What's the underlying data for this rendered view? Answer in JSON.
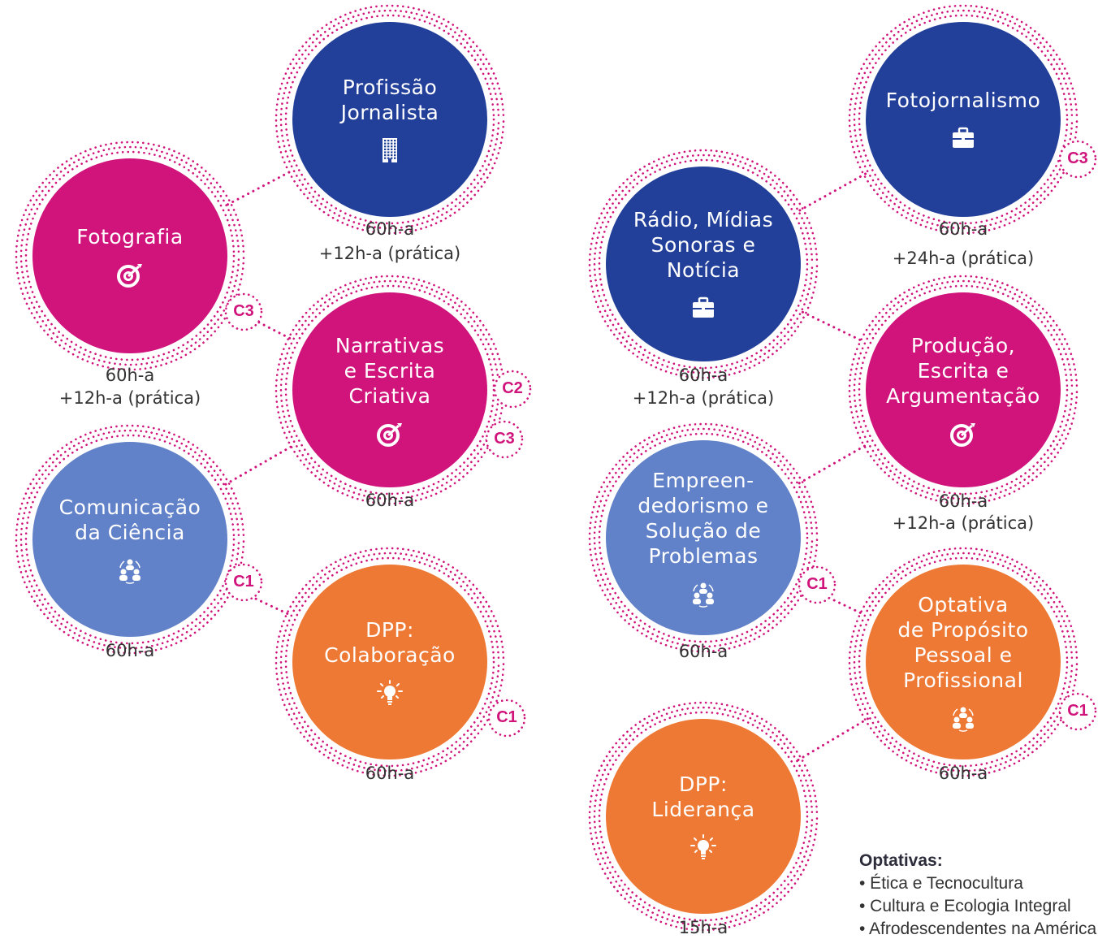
{
  "colors": {
    "navy": "#22409a",
    "magenta": "#d0147c",
    "periwinkle": "#6181c8",
    "orange": "#ee7935",
    "dots": "#d0147c",
    "text": "#333333"
  },
  "nodes": [
    {
      "id": "profissao-jornalista",
      "title": "Profissão\nJornalista",
      "color": "navy",
      "icon": "building-icon",
      "hours": "60h-a",
      "extra": "+12h-a (prática)",
      "badges": []
    },
    {
      "id": "fotografia",
      "title": "Fotografia",
      "color": "magenta",
      "icon": "target-icon",
      "hours": "60h-a",
      "extra": "+12h-a (prática)",
      "badges": [
        "C3"
      ]
    },
    {
      "id": "narrativas",
      "title": "Narrativas\ne Escrita\nCriativa",
      "color": "magenta",
      "icon": "target-icon",
      "hours": "60h-a",
      "extra": "",
      "badges": [
        "C2",
        "C3"
      ]
    },
    {
      "id": "comunicacao-ciencia",
      "title": "Comunicação\nda Ciência",
      "color": "periwinkle",
      "icon": "team-icon",
      "hours": "60h-a",
      "extra": "",
      "badges": [
        "C1"
      ]
    },
    {
      "id": "dpp-colaboracao",
      "title": "DPP:\nColaboração",
      "color": "orange",
      "icon": "lightbulb-icon",
      "hours": "60h-a",
      "extra": "",
      "badges": [
        "C1"
      ]
    },
    {
      "id": "fotojornalismo",
      "title": "Fotojornalismo",
      "color": "navy",
      "icon": "briefcase-icon",
      "hours": "60h-a",
      "extra": "+24h-a (prática)",
      "badges": [
        "C3"
      ]
    },
    {
      "id": "radio",
      "title": "Rádio, Mídias\nSonoras e\nNotícia",
      "color": "navy",
      "icon": "briefcase-icon",
      "hours": "60h-a",
      "extra": "+12h-a (prática)",
      "badges": []
    },
    {
      "id": "producao",
      "title": "Produção,\nEscrita e\nArgumentação",
      "color": "magenta",
      "icon": "target-icon",
      "hours": "60h-a",
      "extra": "+12h-a (prática)",
      "badges": []
    },
    {
      "id": "empreendedorismo",
      "title": "Empreen-\ndedorismo e\nSolução de\nProblemas",
      "color": "periwinkle",
      "icon": "team-icon",
      "hours": "60h-a",
      "extra": "",
      "badges": [
        "C1"
      ]
    },
    {
      "id": "optativa-proposito",
      "title": "Optativa\nde Propósito\nPessoal e\nProfissional",
      "color": "orange",
      "icon": "team-icon",
      "hours": "60h-a",
      "extra": "",
      "badges": [
        "C1"
      ]
    },
    {
      "id": "dpp-lideranca",
      "title": "DPP:\nLiderança",
      "color": "orange",
      "icon": "lightbulb-icon",
      "hours": "15h-a",
      "extra": "",
      "badges": []
    }
  ],
  "optativas": {
    "title": "Optativas:",
    "items": [
      "• Ética e Tecnocultura",
      "• Cultura e Ecologia Integral",
      "• Afrodescendentes na América"
    ]
  }
}
